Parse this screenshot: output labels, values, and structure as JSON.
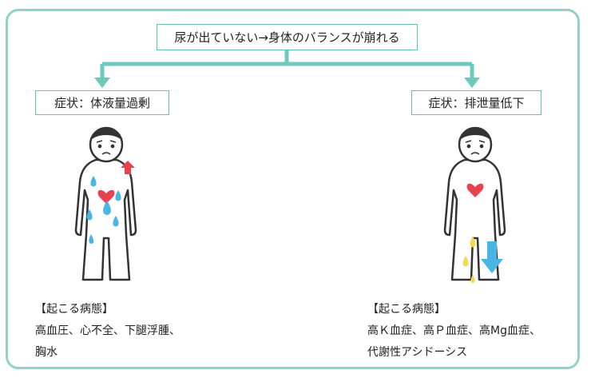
{
  "diagram": {
    "title": "尿が出ていない→身体のバランスが崩れる",
    "left": {
      "symptom": "症状：体液量過剰",
      "heading": "【起こる病態】",
      "lines": [
        "高血圧、心不全、下腿浮腫、",
        "胸水"
      ]
    },
    "right": {
      "symptom": "症状：排泄量低下",
      "heading": "【起こる病態】",
      "lines": [
        "高Ｋ血症、高Ｐ血症、高Mg血症、",
        "代謝性アシドーシス"
      ]
    },
    "colors": {
      "border": "#8fd3c8",
      "connector": "#6cc9bc",
      "heart": "#e8424f",
      "up_arrow": "#e8424f",
      "water_drop": "#4ab5e3",
      "down_arrow": "#4ab5e3",
      "urine_drop": "#f3d95a"
    },
    "icons": [
      "boy-figure-worried",
      "heart-icon",
      "water-drop-icon",
      "red-up-arrow-icon",
      "blue-down-arrow-icon",
      "yellow-drop-icon"
    ]
  }
}
